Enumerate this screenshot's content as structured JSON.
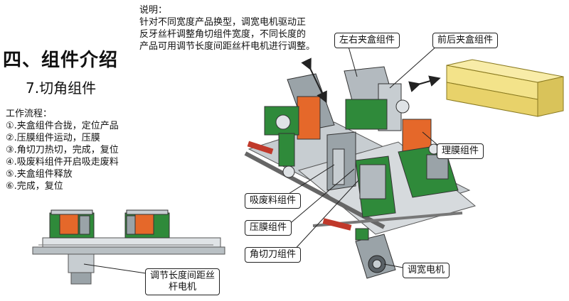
{
  "section_title": "四、组件介绍",
  "subtitle": "7.切角组件",
  "description": {
    "label": "说明：",
    "lines": [
      "针对不同宽度产品换型，调宽电机驱动正",
      "反牙丝杆调整角切组件宽度，不同长度的",
      "产品可用调节长度间距丝杆电机进行调整。"
    ]
  },
  "workflow": {
    "label": "工作流程：",
    "steps": [
      "①.夹盒组件合拢，定位产品",
      "②.压膜组件运动，压膜",
      "③.角切刀热切，完成，复位",
      "④.吸废料组件开启吸走废料",
      "⑤.夹盒组件释放",
      "⑥.完成，复位"
    ]
  },
  "callouts": {
    "left_right_clamp": "左右夹盒组件",
    "front_back_clamp": "前后夹盒组件",
    "film_arrange": "理膜组件",
    "waste_suction": "吸废料组件",
    "film_press": "压膜组件",
    "corner_cutter": "角切刀组件",
    "width_motor": "调宽电机",
    "length_motor_line1": "调节长度间距丝",
    "length_motor_line2": "杆电机"
  },
  "colors": {
    "machine_green": "#2f8a3a",
    "machine_grey": "#9aa3a8",
    "cutter_orange": "#e5682a",
    "product_yellow": "#f3e38a",
    "frame_grey": "#c7cdd1"
  }
}
